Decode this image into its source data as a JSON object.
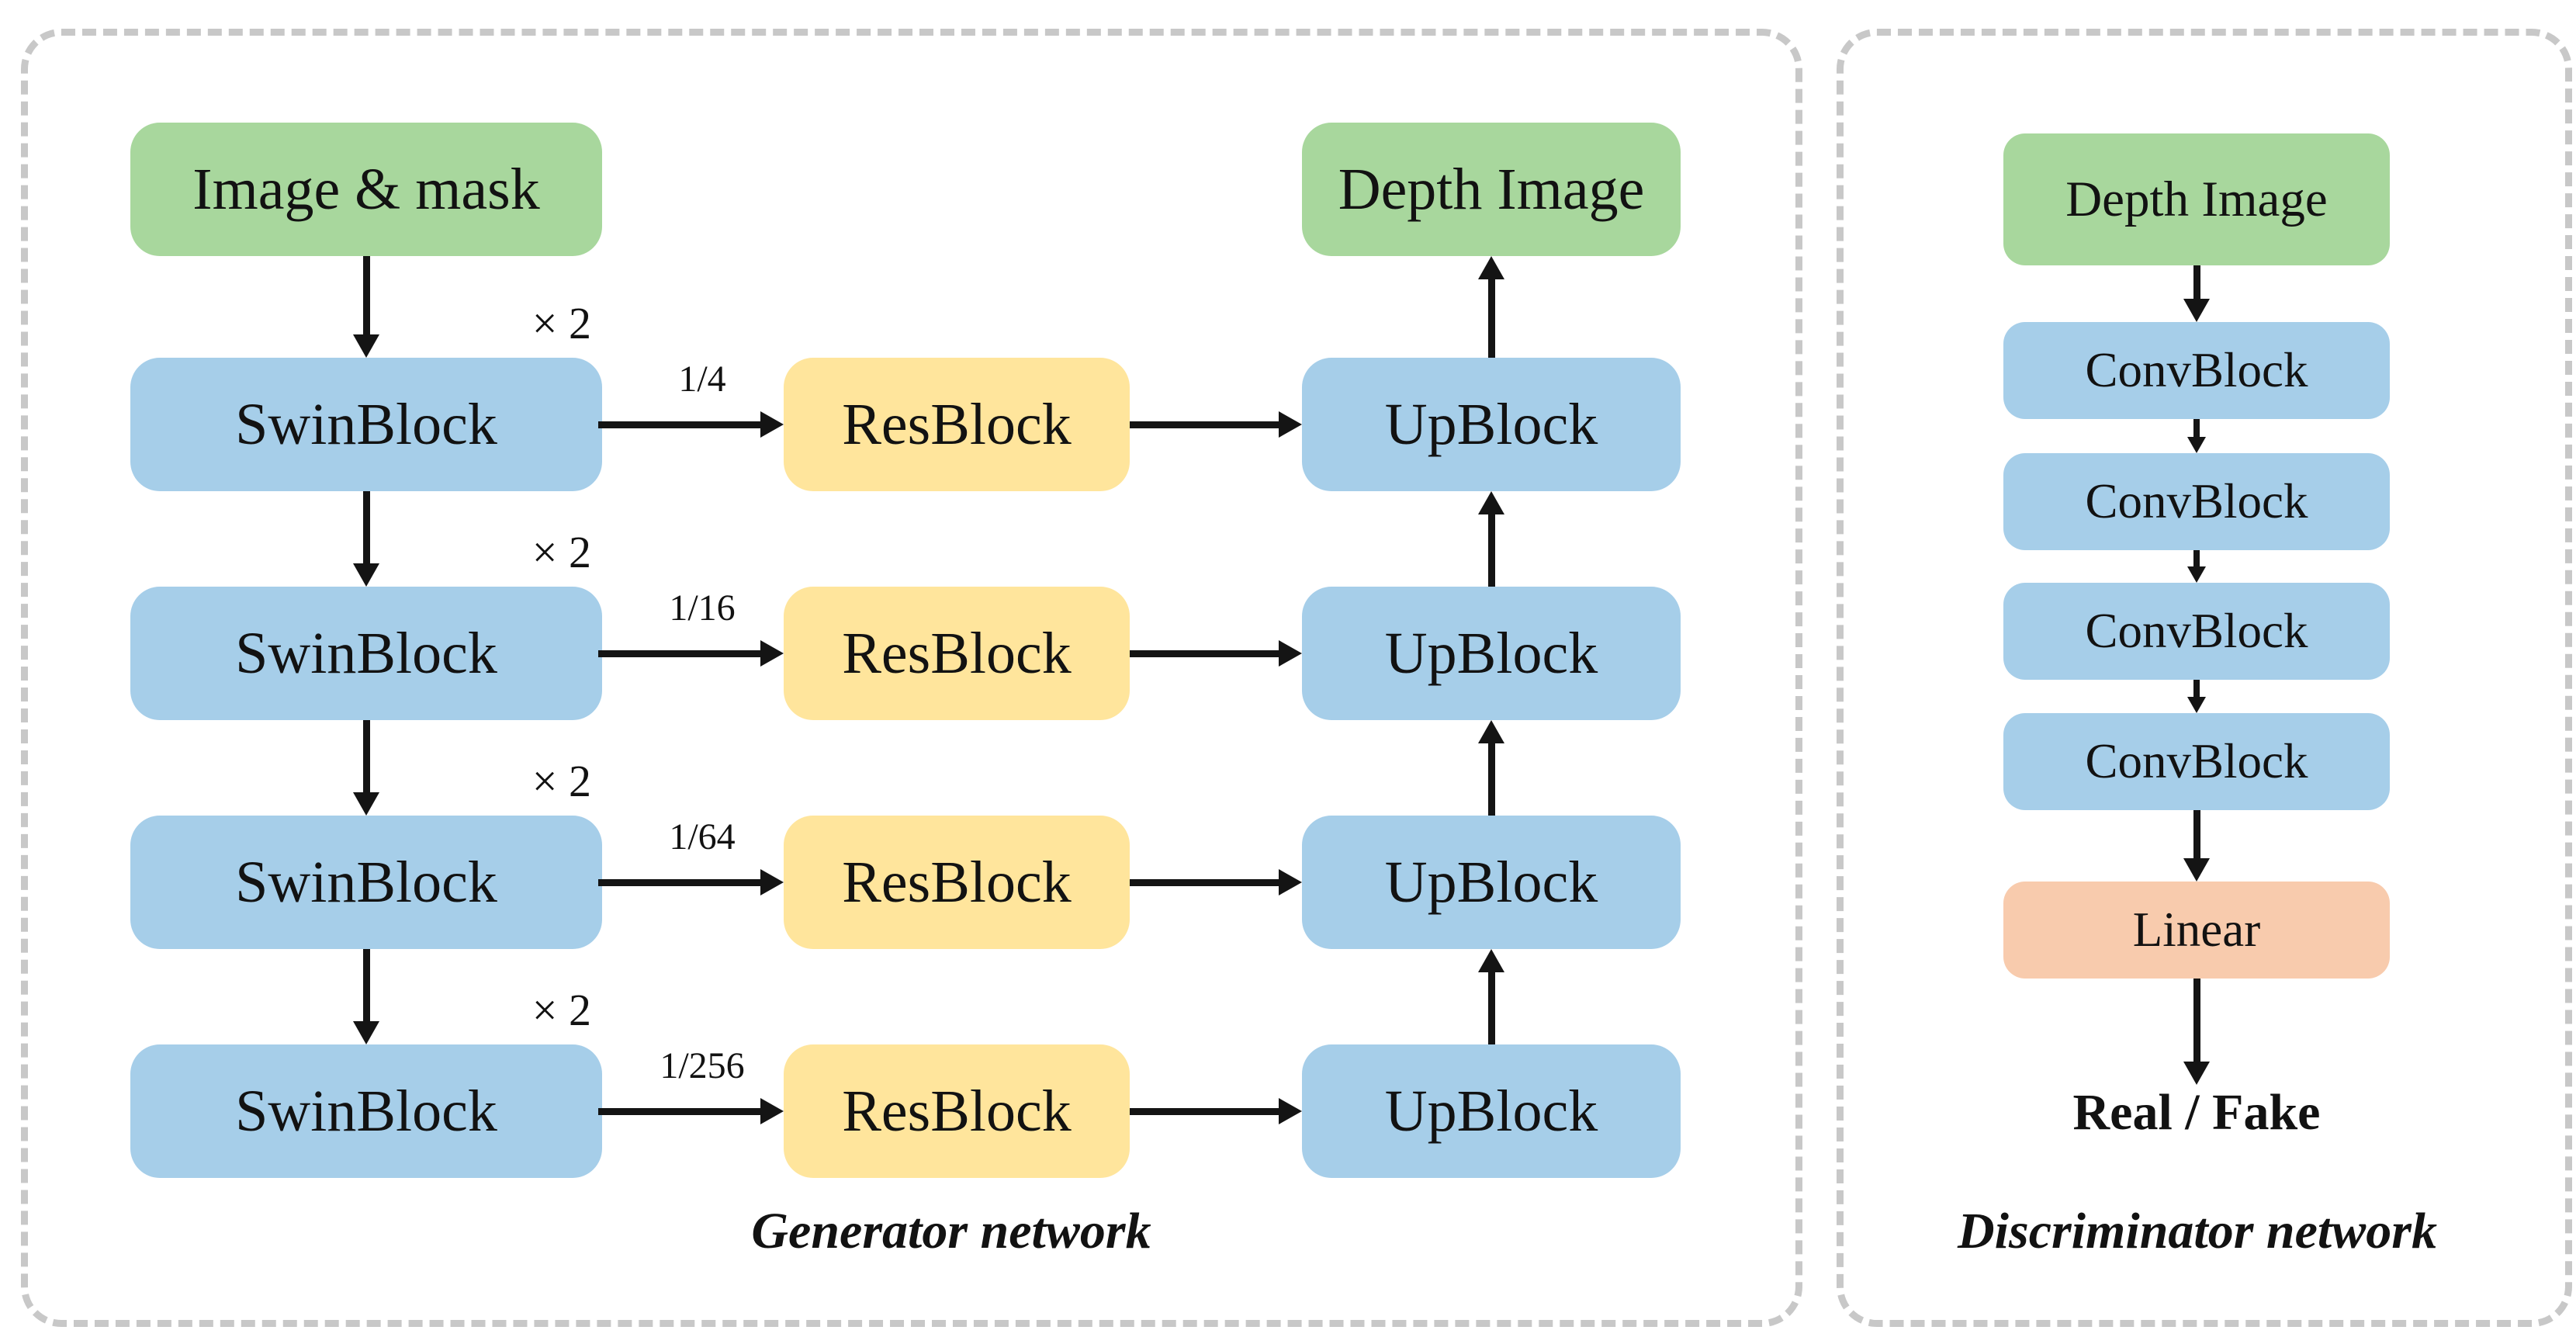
{
  "figure": {
    "generator": {
      "caption": "Generator network",
      "input": "Image & mask",
      "output": "Depth Image",
      "rows": [
        {
          "encoder": "SwinBlock",
          "repeat": "× 2",
          "scale": "1/4",
          "mid": "ResBlock",
          "decoder": "UpBlock"
        },
        {
          "encoder": "SwinBlock",
          "repeat": "× 2",
          "scale": "1/16",
          "mid": "ResBlock",
          "decoder": "UpBlock"
        },
        {
          "encoder": "SwinBlock",
          "repeat": "× 2",
          "scale": "1/64",
          "mid": "ResBlock",
          "decoder": "UpBlock"
        },
        {
          "encoder": "SwinBlock",
          "repeat": "× 2",
          "scale": "1/256",
          "mid": "ResBlock",
          "decoder": "UpBlock"
        }
      ]
    },
    "discriminator": {
      "caption": "Discriminator network",
      "input": "Depth Image",
      "conv_blocks": [
        "ConvBlock",
        "ConvBlock",
        "ConvBlock",
        "ConvBlock"
      ],
      "linear": "Linear",
      "output": "Real / Fake"
    }
  },
  "colors": {
    "green": "#a8d79d",
    "blue": "#a6cee9",
    "yellow": "#ffe59c",
    "orange": "#f8cbad",
    "border": "#c8c8c8",
    "ink": "#141414"
  }
}
